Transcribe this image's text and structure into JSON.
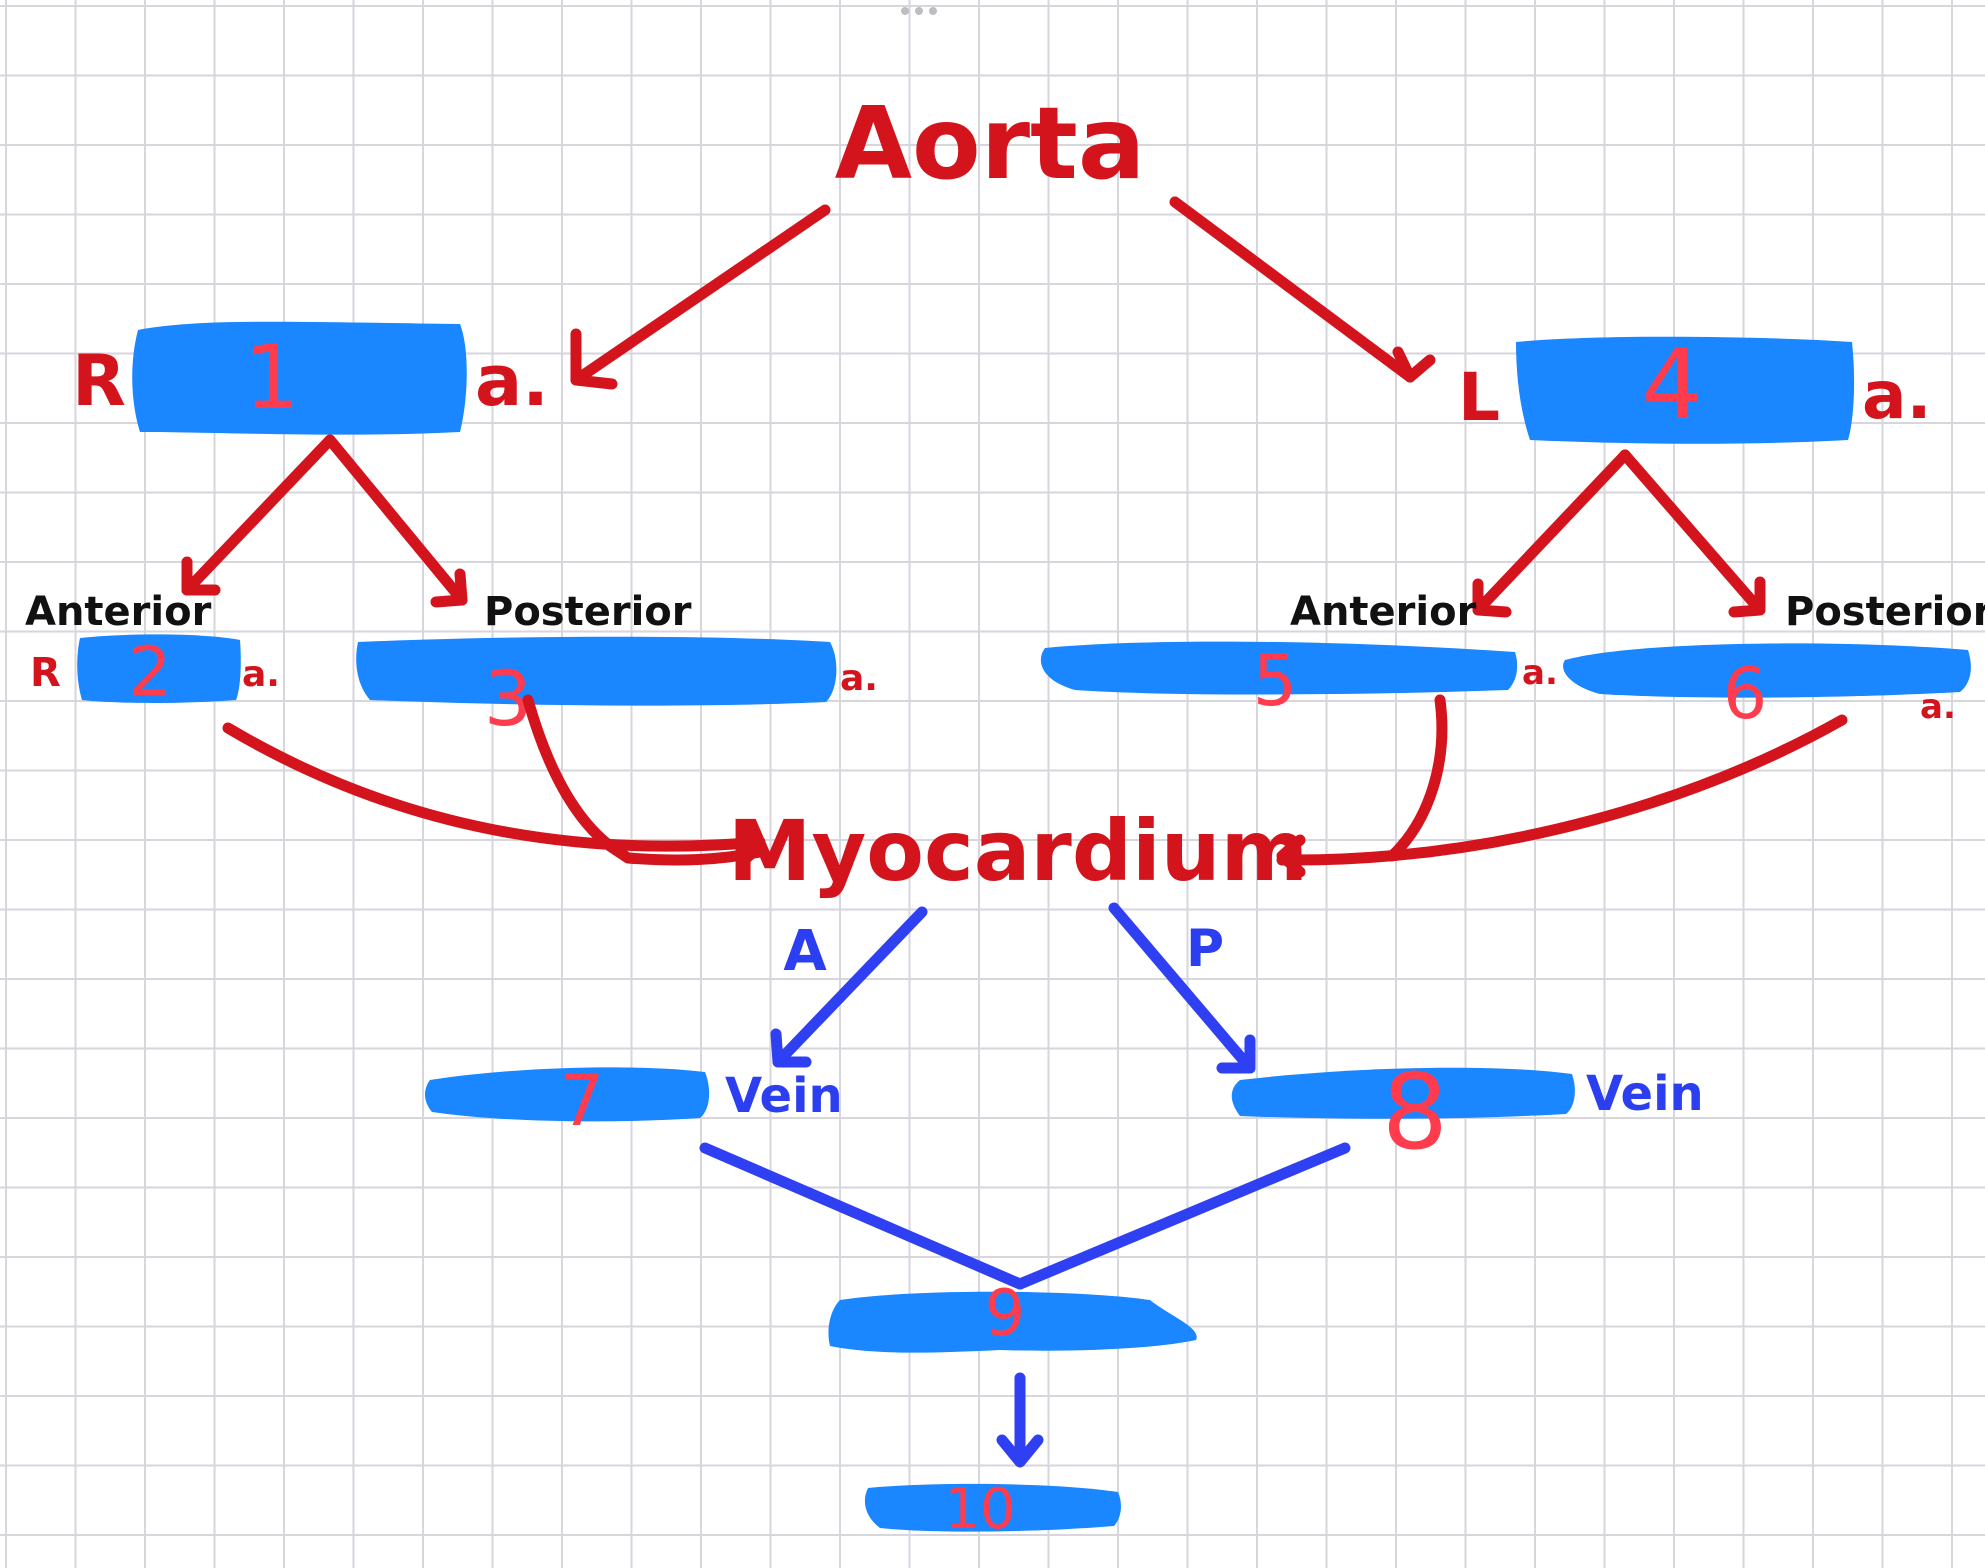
{
  "title": "Aorta",
  "center": "Myocardium",
  "left_branch": {
    "prefix": "R",
    "number": "1",
    "suffix": "a."
  },
  "right_branch": {
    "prefix": "L",
    "number": "4",
    "suffix": "a."
  },
  "sub_branches": [
    {
      "heading": "Anterior",
      "prefix": "R",
      "number": "2",
      "suffix": "a."
    },
    {
      "heading": "Posterior",
      "prefix": "",
      "number": "3",
      "suffix": "a."
    },
    {
      "heading": "Anterior",
      "prefix": "",
      "number": "5",
      "suffix": "a."
    },
    {
      "heading": "Posterior",
      "prefix": "",
      "number": "6",
      "suffix": "a."
    }
  ],
  "veins": [
    {
      "number": "7",
      "label": "Vein",
      "path_label": "A"
    },
    {
      "number": "8",
      "label": "Vein",
      "path_label": "P"
    }
  ],
  "drain": {
    "number": "9"
  },
  "final": {
    "number": "10"
  },
  "colors": {
    "artery": "#d4141c",
    "vein": "#2f3ff2",
    "redaction": "#1a86ff",
    "number": "#ff3b4e"
  }
}
